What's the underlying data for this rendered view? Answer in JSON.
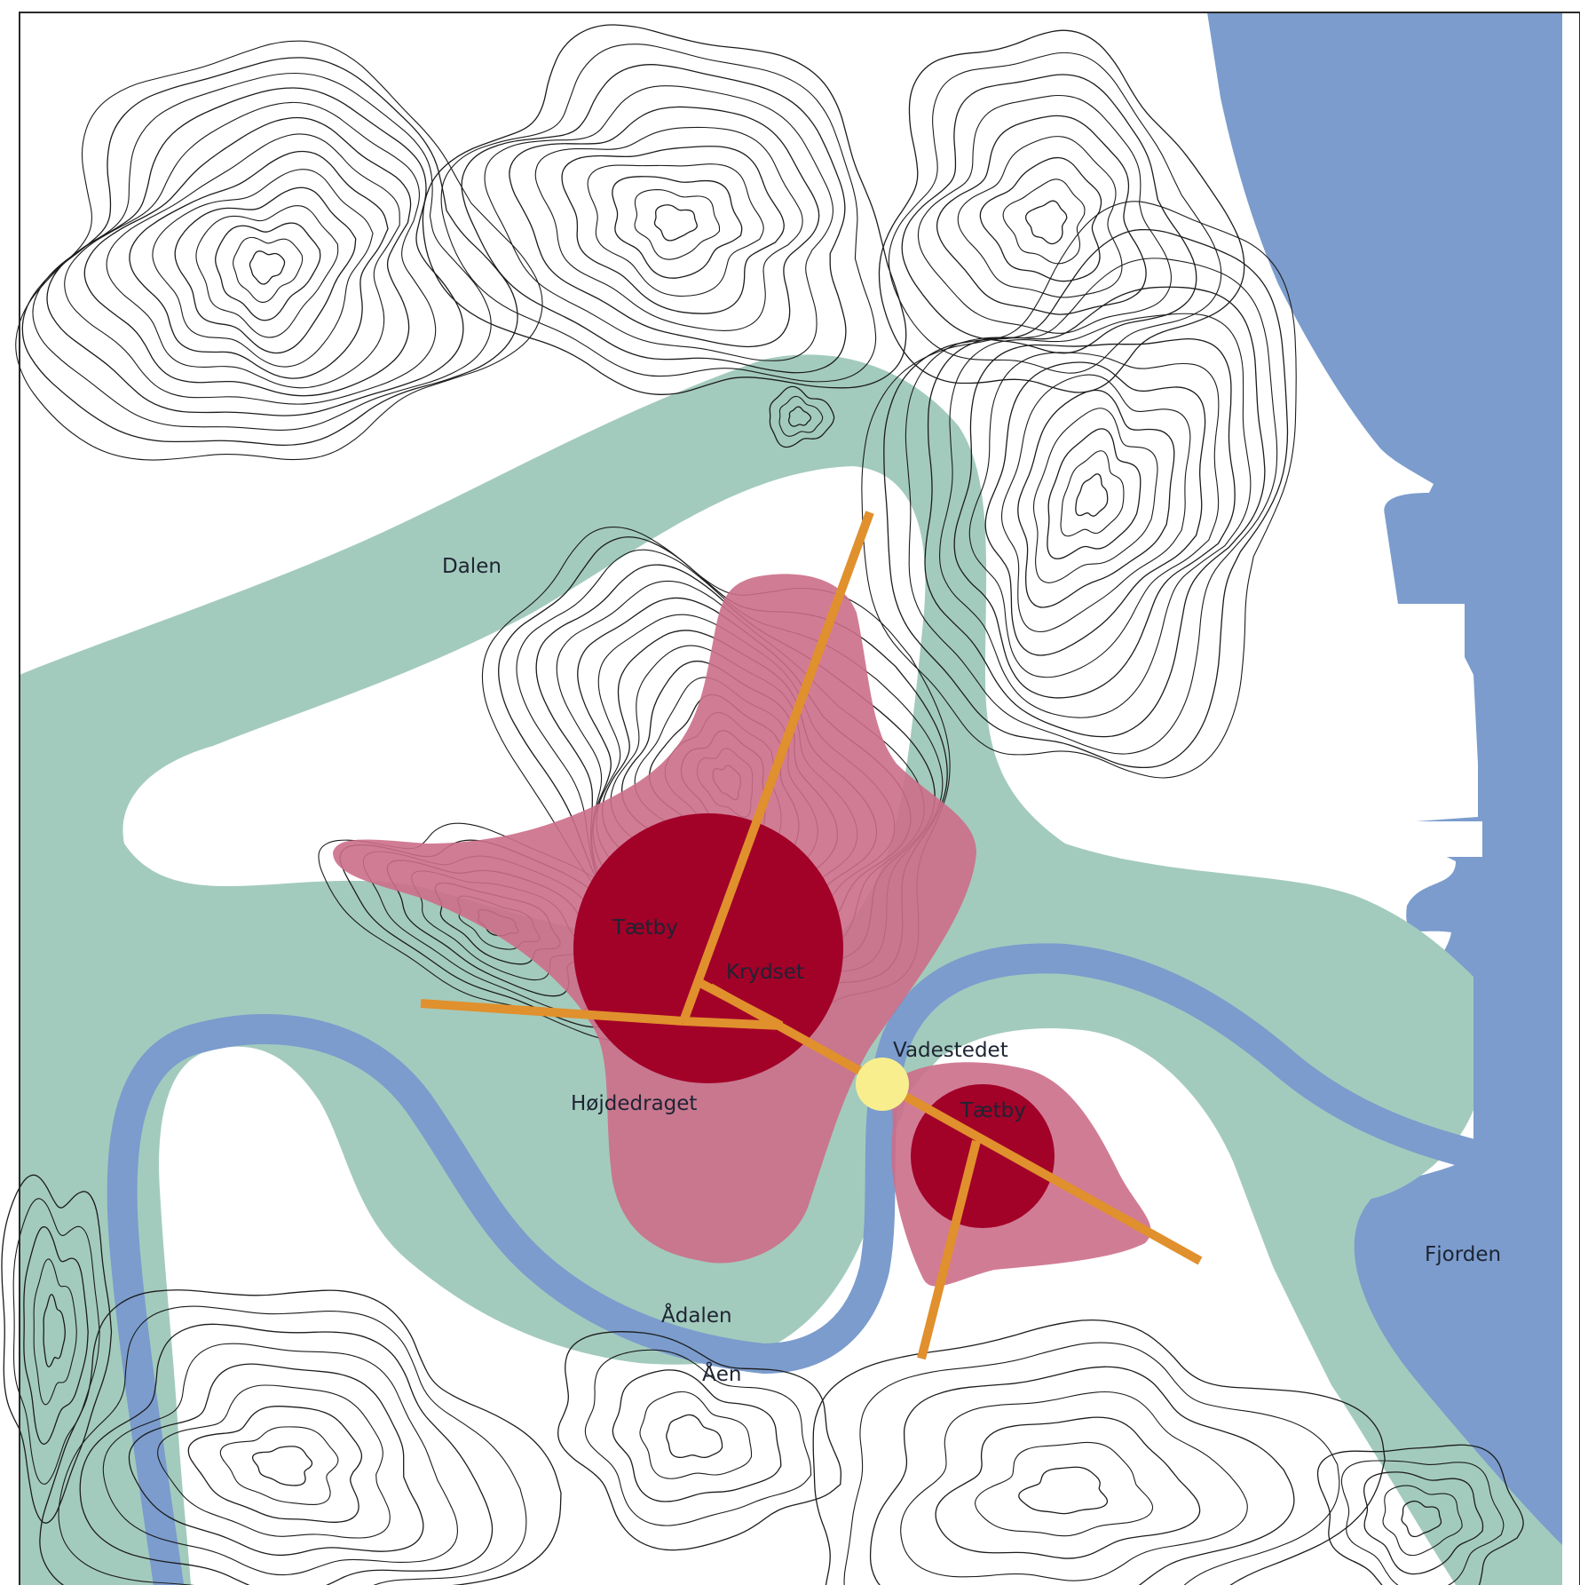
{
  "colors": {
    "water": "#7b9ccd",
    "river": "#7b9ccd",
    "valley": "#a3cbbd",
    "settlement_zone": "#cc6e8a",
    "dense_core": "#a20128",
    "roads": "#e0902d",
    "ford": "#f8ee8d",
    "contours": "#1c1c1c",
    "frame": "#2a2a2a"
  },
  "labels": {
    "dalen": "Dalen",
    "taetby_main": "Tætby",
    "krydset": "Krydset",
    "vadestedet": "Vadestedet",
    "taetby_small": "Tætby",
    "hojdedraget": "Højdedraget",
    "adalen": "Ådalen",
    "aen": "Åen",
    "fjorden": "Fjorden"
  }
}
